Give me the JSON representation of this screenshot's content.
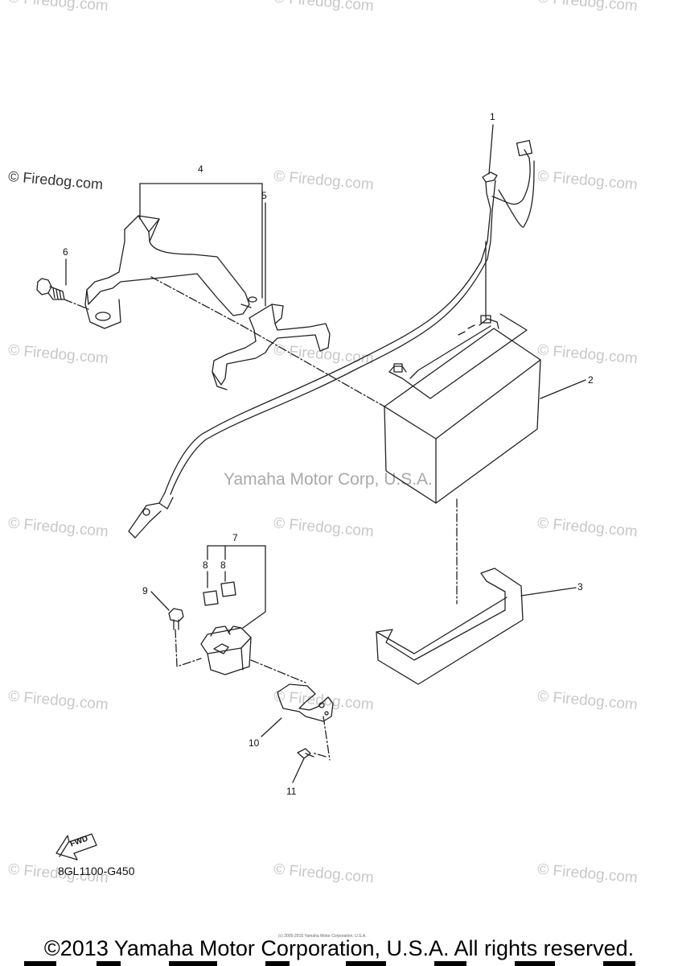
{
  "watermark": {
    "text": "© Firedog.com"
  },
  "center_watermark": "Yamaha Motor Corp, U.S.A.",
  "callouts": {
    "c1": "1",
    "c2": "2",
    "c3": "3",
    "c4": "4",
    "c5": "5",
    "c6": "6",
    "c7": "7",
    "c8a": "8",
    "c8b": "8",
    "c9": "9",
    "c10": "10",
    "c11": "11"
  },
  "fwd_label": "FWD",
  "part_code": "8GL1100-G450",
  "tiny_copyright": "(c) 2005-2015 Yamaha Motor Corporation, U.S.A.",
  "copyright": "©2013 Yamaha Motor Corporation, U.S.A. All rights reserved.",
  "colors": {
    "line": "#222222",
    "watermark": "#c8c8c8",
    "background": "#ffffff"
  }
}
